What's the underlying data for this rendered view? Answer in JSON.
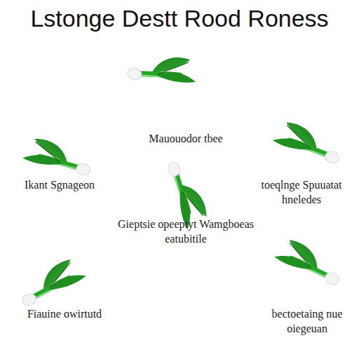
{
  "diagram": {
    "title": "Lstonge Destt Rood Roness",
    "labels": [
      "Mauouodor tbee",
      "Ikant Sgnageon",
      "toeqlnge Spuuatat hneledes",
      "Gieptsie opeeptyt Wamgboeas eatubitile",
      "Fiauine owirtutd",
      "bectoetaing nue oiegeuan"
    ]
  }
}
